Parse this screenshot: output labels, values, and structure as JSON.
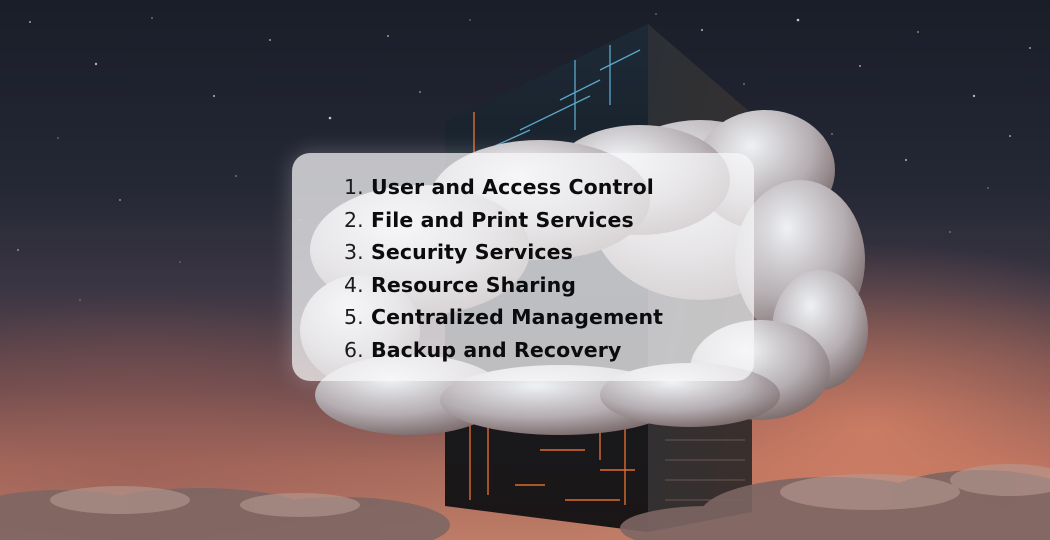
{
  "features": [
    {
      "number": "1.",
      "label": "User and Access Control"
    },
    {
      "number": "2.",
      "label": "File and Print Services"
    },
    {
      "number": "3.",
      "label": "Security Services"
    },
    {
      "number": "4.",
      "label": "Resource Sharing"
    },
    {
      "number": "5.",
      "label": "Centralized Management"
    },
    {
      "number": "6.",
      "label": "Backup and Recovery"
    }
  ],
  "colors": {
    "sky_top": "#1a1e29",
    "horizon_glow": "#bd7c66",
    "server_glow_orange": "#ff7a32",
    "server_glow_cyan": "#6fd3ff",
    "panel": "#f8f8fa",
    "text": "#0c0c0e"
  }
}
